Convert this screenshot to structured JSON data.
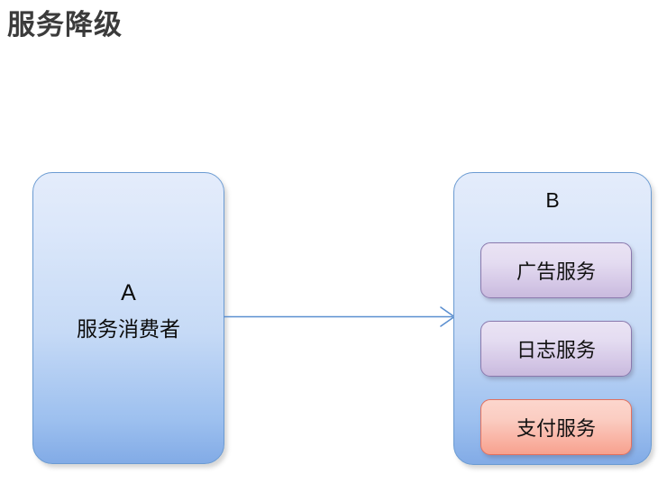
{
  "page": {
    "title": "服务降级",
    "background_color": "#ffffff",
    "title_color": "#3b3b3b"
  },
  "diagram": {
    "type": "flow-diagram",
    "consumer": {
      "id": "A",
      "name": "服务消费者",
      "fill_top_color": "#e4ecfb",
      "fill_bottom_color": "#82abe6",
      "border_color": "#6b9bd2"
    },
    "provider": {
      "id": "B",
      "fill_top_color": "#e4ecfb",
      "fill_bottom_color": "#82abe6",
      "border_color": "#6b9bd2",
      "services": [
        {
          "label": "广告服务",
          "state": "normal",
          "fill_color": "#e4dcf1",
          "border_color": "#8a79ad"
        },
        {
          "label": "日志服务",
          "state": "normal",
          "fill_color": "#e4dcf1",
          "border_color": "#8a79ad"
        },
        {
          "label": "支付服务",
          "state": "degraded",
          "fill_color": "#f9b0a0",
          "border_color": "#e2705e"
        }
      ]
    },
    "connector": {
      "from": "A",
      "to": "B",
      "direction": "right",
      "color": "#5b8fd0"
    }
  }
}
